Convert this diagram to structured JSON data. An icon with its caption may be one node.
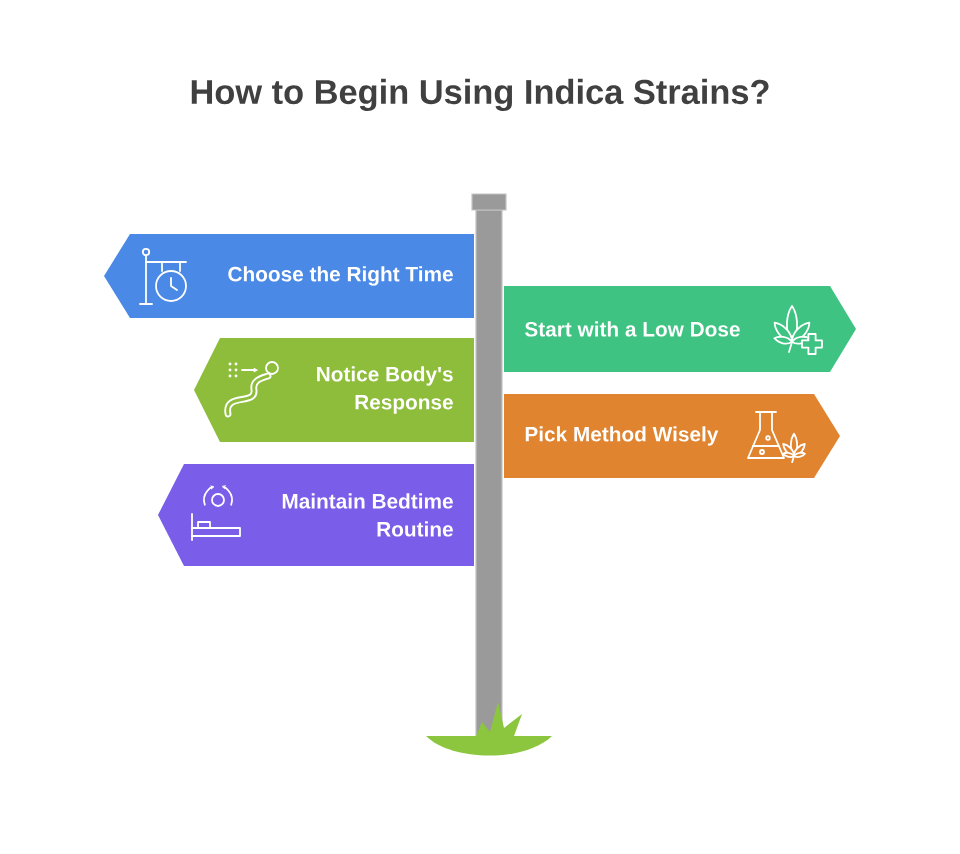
{
  "diagram": {
    "title": "How to Begin Using Indica Strains?",
    "nodes": [
      {
        "text": [
          "Choose the Right Time"
        ]
      },
      {
        "text": [
          "Start with a Low Dose"
        ]
      },
      {
        "text": [
          "Notice Body's Response"
        ]
      },
      {
        "text": [
          "Pick Method Wisely"
        ]
      },
      {
        "text": [
          "Maintain Bedtime Routine"
        ]
      }
    ]
  }
}
